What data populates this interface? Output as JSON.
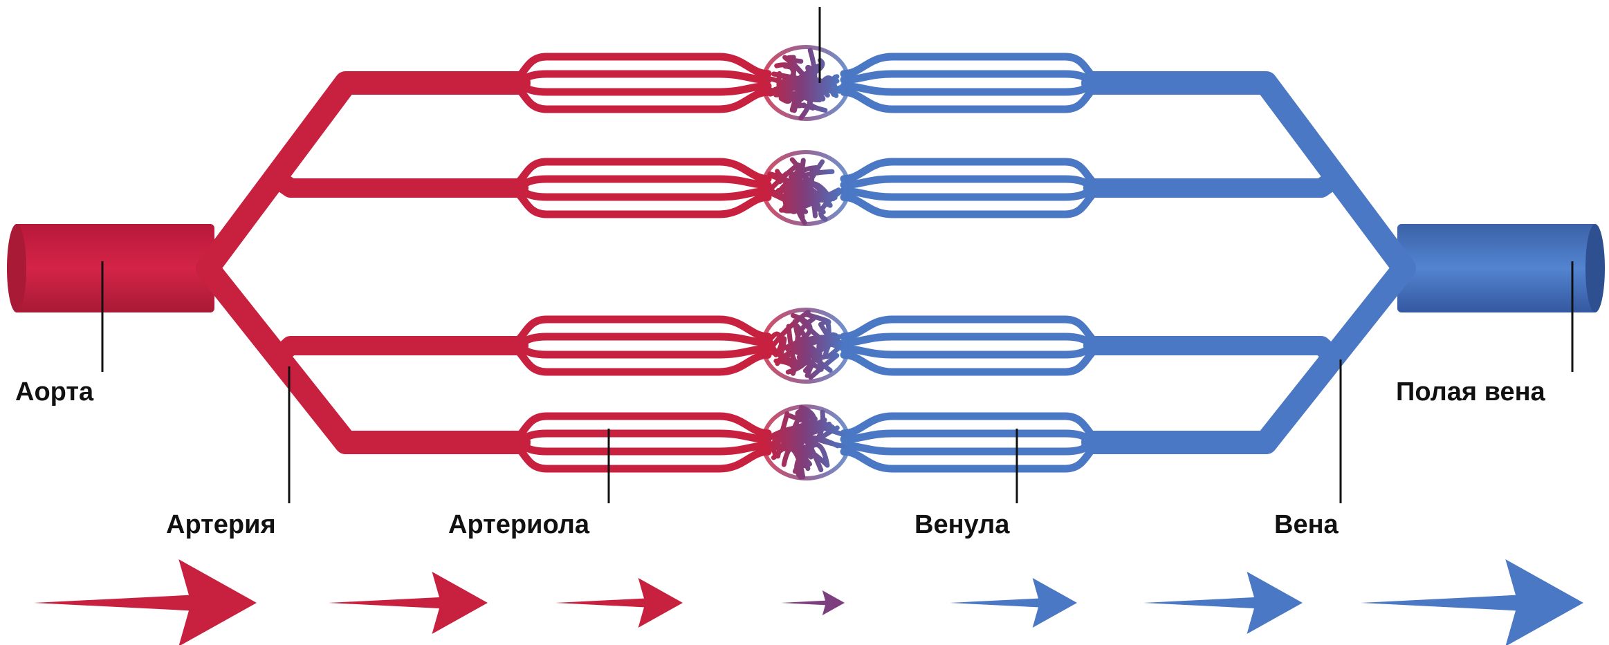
{
  "labels": {
    "aorta": "Аорта",
    "artery": "Артерия",
    "arteriole": "Артериола",
    "venule": "Венула",
    "vein": "Вена",
    "vena_cava": "Полая вена"
  },
  "colors": {
    "arterial": "#c8203f",
    "arterial_dark": "#a81a35",
    "venous": "#4a78c4",
    "venous_dark": "#3b62a8",
    "capillary": "#7d3f7d",
    "label_line": "#111111"
  },
  "flow_arrows": [
    {
      "side": "arterial",
      "magnitude": 7
    },
    {
      "side": "arterial",
      "magnitude": 5
    },
    {
      "side": "arterial",
      "magnitude": 4
    },
    {
      "side": "capillary",
      "magnitude": 2
    },
    {
      "side": "venous",
      "magnitude": 4
    },
    {
      "side": "venous",
      "magnitude": 5
    },
    {
      "side": "venous",
      "magnitude": 7
    }
  ],
  "capillary_bed_count": 4
}
